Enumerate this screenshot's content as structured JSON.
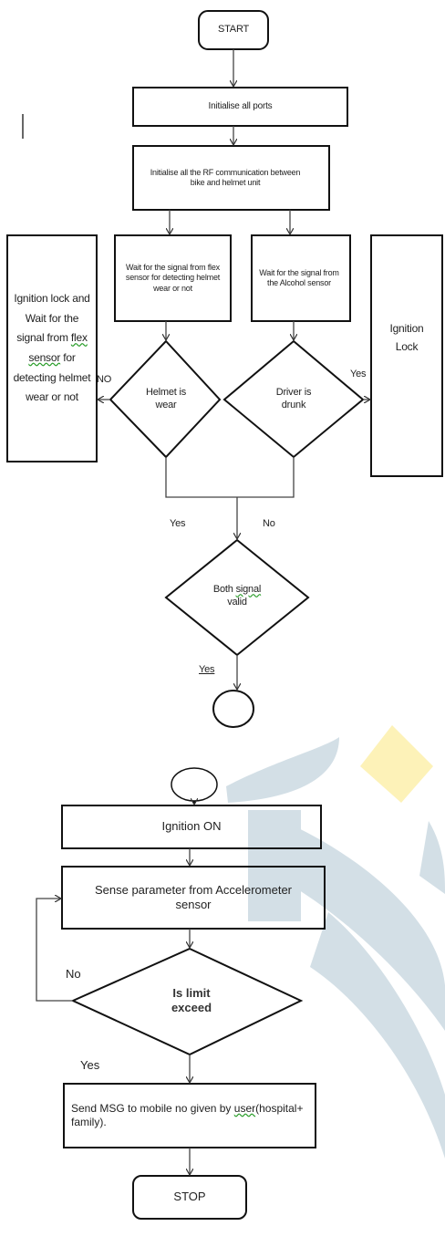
{
  "part1": {
    "start": "START",
    "init_ports": "Initialise all ports",
    "init_rf": "Initialise all the RF communication between bike and helmet unit",
    "wait_flex": "Wait for the signal from flex sensor for detecting helmet wear or not",
    "wait_alcohol": "Wait for the signal from the Alcohol sensor",
    "no_helmet_action_before": "Ignition lock and Wait for the signal from ",
    "no_helmet_action_flex": "flex",
    "no_helmet_action_mid": " ",
    "no_helmet_action_sensor": "sensor",
    "no_helmet_action_after": " for detecting helmet wear or not",
    "ignition_lock": "Ignition Lock",
    "helmet_decision": "Helmet is wear",
    "drunk_decision": "Driver is drunk",
    "both_valid_before": "Both ",
    "both_valid_signal": "signal",
    "both_valid_after": " valid",
    "edge_no_left": "NO",
    "edge_yes_right": "Yes",
    "edge_yes_merge": "Yes",
    "edge_no_merge": "No",
    "edge_yes_bottom": "Yes"
  },
  "part2": {
    "ignition_on": "Ignition ON",
    "sense": "Sense parameter from Accelerometer sensor",
    "limit_decision": "Is limit exceed",
    "edge_no": "No",
    "edge_yes": "Yes",
    "send_before": "Send MSG to mobile no given by ",
    "send_user": "user",
    "send_after": "(hospital+ family).",
    "stop": "STOP"
  },
  "watermark": {
    "color_grey": "#d3dfe6",
    "color_yellow": "#fdf2b8"
  }
}
